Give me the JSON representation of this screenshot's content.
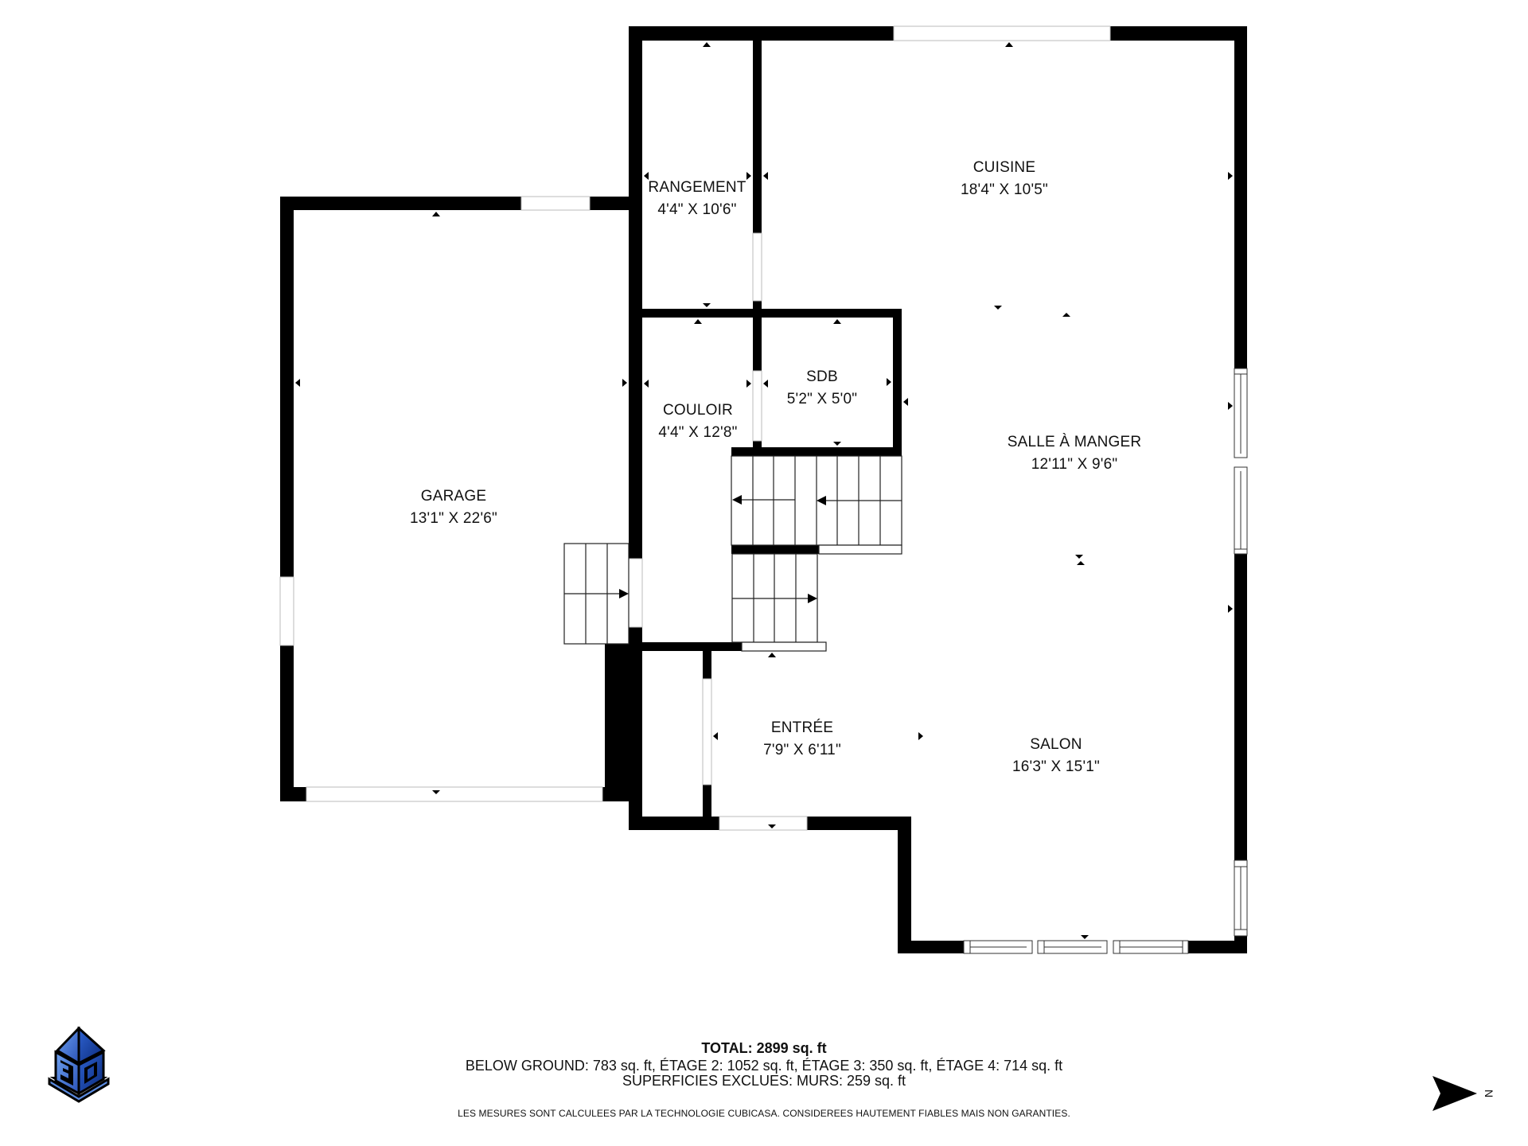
{
  "plan": {
    "wall_color": "#000000",
    "background": "#ffffff",
    "rooms": [
      {
        "id": "garage",
        "name": "GARAGE",
        "dims": "13'1\" X 22'6\""
      },
      {
        "id": "rangement",
        "name": "RANGEMENT",
        "dims": "4'4\" X 10'6\""
      },
      {
        "id": "cuisine",
        "name": "CUISINE",
        "dims": "18'4\" X 10'5\""
      },
      {
        "id": "sdb",
        "name": "SDB",
        "dims": "5'2\" X 5'0\""
      },
      {
        "id": "couloir",
        "name": "COULOIR",
        "dims": "4'4\" X 12'8\""
      },
      {
        "id": "salle_a_manger",
        "name": "SALLE À MANGER",
        "dims": "12'11\" X 9'6\""
      },
      {
        "id": "entree",
        "name": "ENTRÉE",
        "dims": "7'9\" X 6'11\""
      },
      {
        "id": "salon",
        "name": "SALON",
        "dims": "16'3\" X 15'1\""
      }
    ]
  },
  "footer": {
    "total": "TOTAL: 2899 sq. ft",
    "breakdown": "BELOW GROUND: 783 sq. ft, ÉTAGE 2: 1052 sq. ft, ÉTAGE 3: 350 sq. ft, ÉTAGE 4: 714 sq. ft",
    "excluded": "SUPERFICIES EXCLUES: MURS: 259 sq. ft",
    "disclaimer": "LES MESURES SONT CALCULEES PAR LA TECHNOLOGIE CUBICASA. CONSIDEREES HAUTEMENT FIABLES MAIS NON GARANTIES."
  },
  "logo": {
    "icon": "3d-cube-logo-icon",
    "color": "#2f63c8"
  },
  "compass": {
    "icon": "north-arrow-icon",
    "label": "N"
  }
}
